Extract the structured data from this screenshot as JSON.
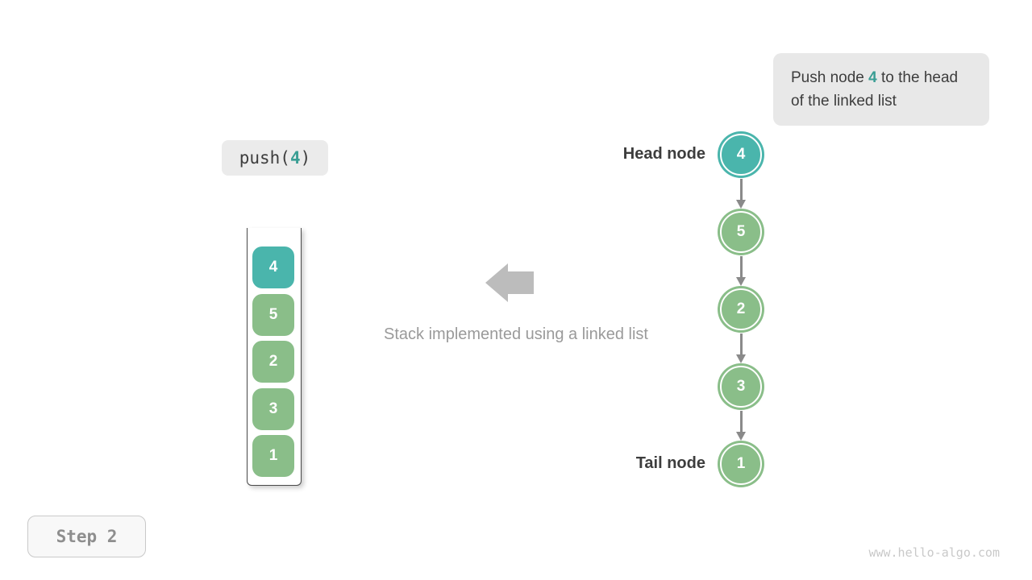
{
  "callout": {
    "prefix": "Push node ",
    "highlight": "4",
    "suffix": " to the head of the linked list"
  },
  "code": {
    "prefix": "push(",
    "arg": "4",
    "suffix": ")"
  },
  "stack": {
    "items": [
      {
        "value": "4",
        "type": "teal"
      },
      {
        "value": "5",
        "type": "green"
      },
      {
        "value": "2",
        "type": "green"
      },
      {
        "value": "3",
        "type": "green"
      },
      {
        "value": "1",
        "type": "green"
      }
    ],
    "caption": "Stack implemented using a linked list"
  },
  "linked_list": {
    "head_label": "Head node",
    "tail_label": "Tail node",
    "nodes": [
      {
        "value": "4",
        "type": "teal"
      },
      {
        "value": "5",
        "type": "green"
      },
      {
        "value": "2",
        "type": "green"
      },
      {
        "value": "3",
        "type": "green"
      },
      {
        "value": "1",
        "type": "green"
      }
    ]
  },
  "step_badge": {
    "label": "Step 2"
  },
  "watermark": {
    "text": "www.hello-algo.com"
  },
  "colors": {
    "teal": "#4ab5ac",
    "green": "#8abe89",
    "accent_text": "#3a9e94",
    "dark_text": "#3d3d3d",
    "gray_text": "#9a9a9a",
    "connector_gray": "#8a8a8a",
    "big_arrow_gray": "#bcbcbc",
    "callout_bg": "#e8e8e8",
    "chip_bg": "#ebebeb",
    "step_border": "#c9c9c9",
    "watermark_gray": "#c9c9c9"
  }
}
